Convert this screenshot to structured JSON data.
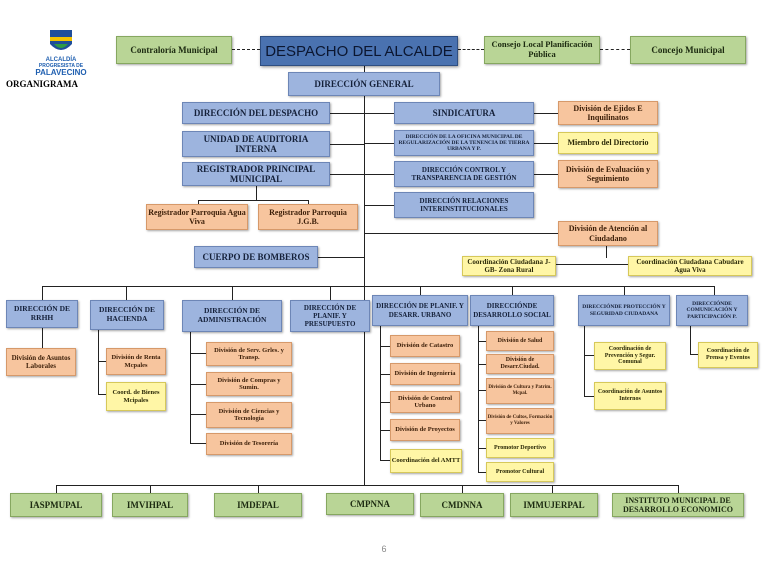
{
  "logo": {
    "line1": "ALCALDÍA",
    "line2": "PROGRESISTA DE",
    "line3": "PALAVECINO"
  },
  "page_label": "ORGANIGRAMA",
  "page_number": "6",
  "top": {
    "left_box": "Contraloría Municipal",
    "center_box": "DESPACHO DEL ALCALDE",
    "right_box_1": "Consejo Local Planificación Pública",
    "right_box_2": "Concejo Municipal",
    "general": "DIRECCIÓN GENERAL"
  },
  "left_staff": {
    "despacho": "DIRECCIÓN DEL DESPACHO",
    "auditoria": "UNIDAD DE AUDITORIA INTERNA",
    "registrador": "REGISTRADOR PRINCIPAL MUNICIPAL",
    "registrador_agua_viva": "Registrador Parroquia Agua Viva",
    "registrador_jgb": "Registrador Parroquia J.G.B.",
    "bomberos": "CUERPO DE BOMBEROS"
  },
  "right_staff": {
    "sindicatura": "SINDICATURA",
    "div_ejidos": "División de Ejidos E Inquilinatos",
    "regularizacion": "DIRECCIÓN DE LA OFICINA MUNICIPAL DE REGULARIZACIÓN DE LA TENENCIA DE TIERRA URBANA Y P.",
    "miembro_directorio": "Miembro del Directorio",
    "control": "DIRECCIÓN CONTROL Y TRANSPARENCIA DE GESTIÓN",
    "div_evaluacion": "División de Evaluación y Seguimiento",
    "relaciones": "DIRECCIÓN RELACIONES INTERINSTITUCIONALES",
    "atencion": "División de Atención al Ciudadano",
    "coord_jgb": "Coordinación Ciudadana J-GB- Zona Rural",
    "coord_cabudare": "Coordinación Ciudadana Cabudare Agua Viva"
  },
  "directions": [
    {
      "label": "DIRECCIÓN DE RRHH",
      "children": [
        "División de Asuntos Laborales"
      ]
    },
    {
      "label": "DIRECCIÓN DE HACIENDA",
      "children": [
        "División de Renta Mcpales",
        "Coord. de Bienes Mcipales"
      ]
    },
    {
      "label": "DIRECCIÓN DE ADMINISTRACIÓN",
      "children": [
        "División de Serv. Grles. y Transp.",
        "División de Compras y Sumin.",
        "División de Ciencias y Tecnología",
        "División de Tesorería"
      ]
    },
    {
      "label": "DIRECCIÓN DE PLANIF. Y PRESUPUESTO",
      "children": []
    },
    {
      "label": "DIRECCIÓN DE PLANIF. Y DESARR. URBANO",
      "children": [
        "División de Catastro",
        "División de Ingeniería",
        "División de Control Urbano",
        "División de Proyectos",
        "Coordinación del AMTT"
      ]
    },
    {
      "label": "DIRECCIÓNDE DESARROLLO SOCIAL",
      "children": [
        "División de Salud",
        "División de Desarr.Ciudad.",
        "División de Cultura y Patrim. Mcpal.",
        "División de Cultos, Formación y Valores",
        "Promotor Deportivo",
        "Promotor Cultural"
      ]
    },
    {
      "label": "DIRECCIÓNDE PROTECCIÓN Y SEGURIDAD CIUDADANA",
      "children": [
        "Coordinación de Prevención y Segur. Comunal",
        "Coordinación de Asuntos Internos"
      ]
    },
    {
      "label": "DIRECCIÓNDE COMUNICACIÓN Y PARTICIPACIÓN P.",
      "children": [
        "Coordinación de Prensa y Eventos"
      ]
    }
  ],
  "institutes": [
    "IASPMUPAL",
    "IMVIHPAL",
    "IMDEPAL",
    "CMPNNA",
    "CMDNNA",
    "IMMUJERPAL",
    "INSTITUTO MUNICIPAL DE DESARROLLO ECONOMICO"
  ]
}
